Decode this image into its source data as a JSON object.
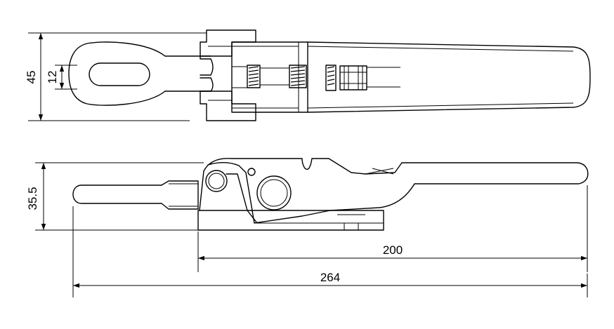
{
  "dimensions": {
    "top_view_height": "45",
    "top_view_slot_width": "12",
    "side_view_height": "35.5",
    "base_length": "200",
    "overall_length": "264"
  },
  "colors": {
    "line": "#000000",
    "background": "#ffffff"
  }
}
